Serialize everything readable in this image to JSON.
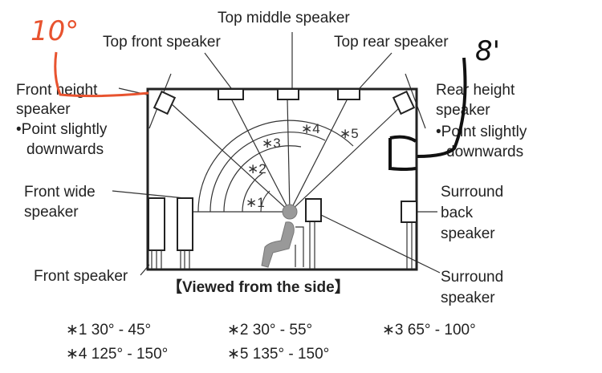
{
  "labels": {
    "top_middle": "Top middle speaker",
    "top_front": "Top front speaker",
    "top_rear": "Top rear speaker",
    "front_height_1": "Front height",
    "front_height_2": "speaker",
    "front_height_note_1": "•Point slightly",
    "front_height_note_2": "downwards",
    "rear_height_1": "Rear height",
    "rear_height_2": "speaker",
    "rear_height_note_1": "•Point slightly",
    "rear_height_note_2": "downwards",
    "front_wide_1": "Front wide",
    "front_wide_2": "speaker",
    "front_speaker": "Front speaker",
    "surround_back_1": "Surround",
    "surround_back_2": "back",
    "surround_back_3": "speaker",
    "surround_1": "Surround",
    "surround_2": "speaker",
    "view_title": "【Viewed from the side】"
  },
  "angle_marks": [
    "∗1",
    "∗2",
    "∗3",
    "∗4",
    "∗5"
  ],
  "angle_legend": [
    "∗1 30° - 45°",
    "∗2 30° - 55°",
    "∗3 65° - 100°",
    "∗4 125° - 150°",
    "∗5 135° - 150°"
  ],
  "handwritten": {
    "left_note": "10°",
    "right_note": "8'"
  },
  "colors": {
    "annotation_red": "#e8532f",
    "annotation_black": "#111111"
  }
}
